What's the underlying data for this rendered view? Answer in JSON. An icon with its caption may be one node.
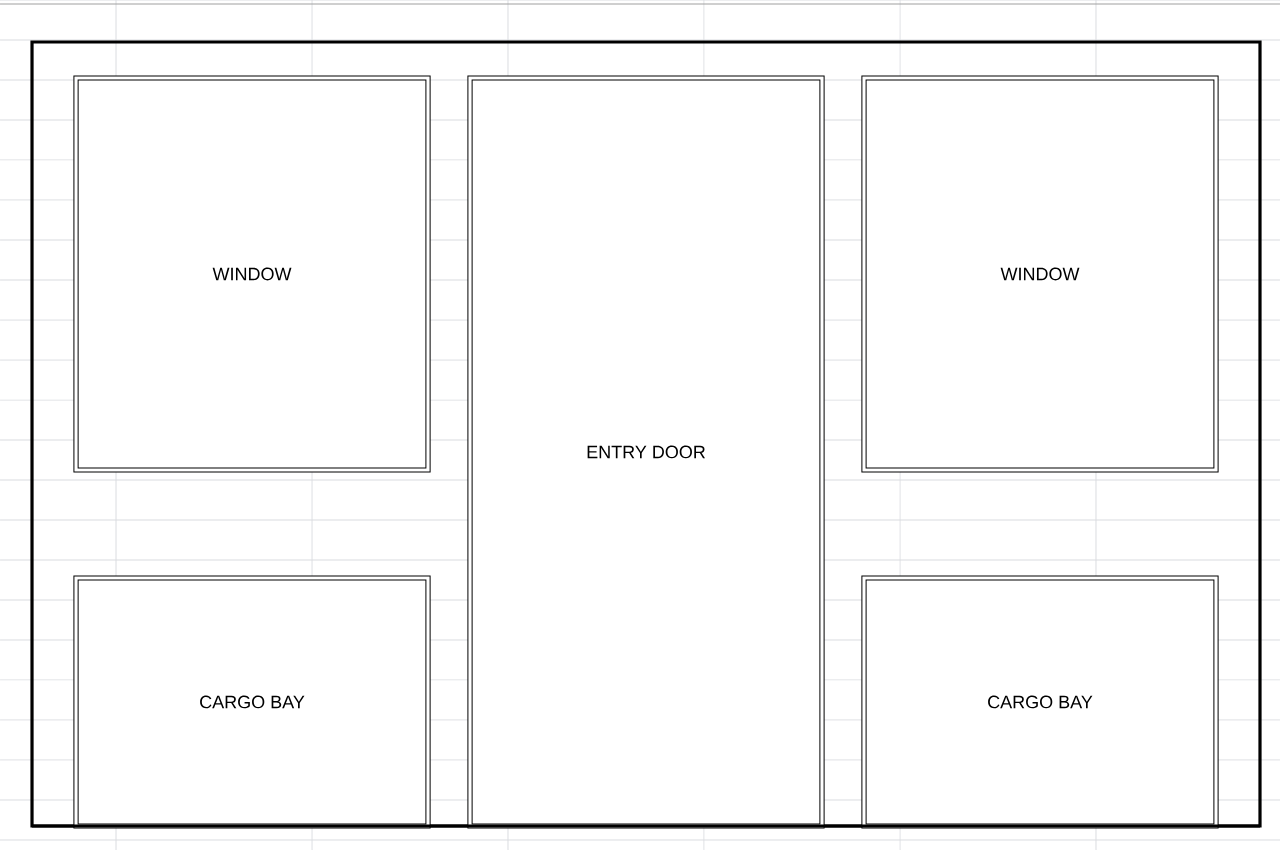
{
  "diagram": {
    "nodes": [
      {
        "text": [
          "WINDOW"
        ]
      },
      {
        "text": [
          "ENTRY DOOR"
        ]
      },
      {
        "text": [
          "WINDOW"
        ]
      },
      {
        "text": [
          "CARGO BAY"
        ]
      },
      {
        "text": [
          "CARGO BAY"
        ]
      }
    ]
  }
}
